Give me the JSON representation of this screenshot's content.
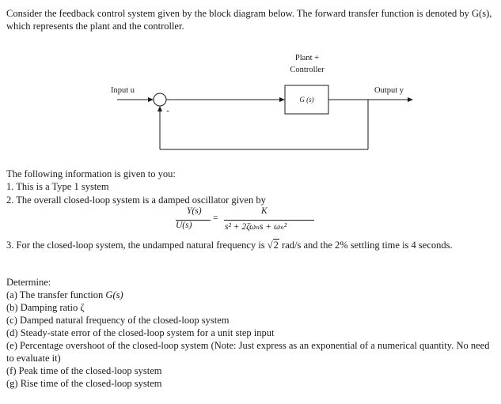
{
  "intro": "Consider the feedback control system given by the block diagram below. The forward transfer function is denoted by G(s), which represents the plant and the controller.",
  "diagram": {
    "block_title_line1": "Plant +",
    "block_title_line2": "Controller",
    "block_label": "G (s)",
    "input_label": "Input u",
    "output_label": "Output y",
    "minus_sign": "-"
  },
  "info": {
    "heading": "The following information is given to you:",
    "item1": "1. This is a Type 1 system",
    "item2": "2. The overall closed-loop system is a damped oscillator given by",
    "eq_num_left": "Y(s)",
    "eq_den_left": "U(s)",
    "eq_sign": "=",
    "eq_num_right": "K",
    "eq_den_right": "s² + 2ζωₙs + ωₙ²",
    "item3_part1": "3. For the closed-loop system, the undamped natural frequency is ",
    "item3_sqrt_symbol": "√",
    "item3_sqrt_value": "2",
    "item3_part2": " rad/s and the 2% settling time is 4 seconds."
  },
  "determine": {
    "heading": "Determine:",
    "a_prefix": "(a) The transfer function ",
    "a_italic": "G(s)",
    "b": "(b) Damping ratio ζ",
    "c": "(c) Damped natural frequency of the closed-loop system",
    "d": "(d) Steady-state error of the closed-loop system for a unit step input",
    "e": "(e) Percentage overshoot of the closed-loop system (Note: Just express as an exponential of a numerical quantity. No need to evaluate it)",
    "f": "(f) Peak time of the closed-loop system",
    "g": "(g) Rise time of the closed-loop system"
  }
}
